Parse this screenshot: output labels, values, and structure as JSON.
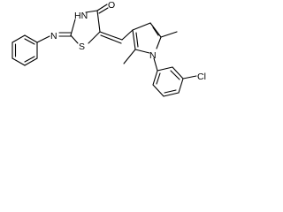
{
  "molecule": {
    "atom_labels": {
      "nh": "HN",
      "o": "O",
      "n_imine": "N",
      "s": "S",
      "n_pyrrole": "N",
      "cl": "Cl"
    },
    "colors": {
      "bond": "#000000",
      "label": "#000000",
      "background": "#ffffff"
    }
  }
}
